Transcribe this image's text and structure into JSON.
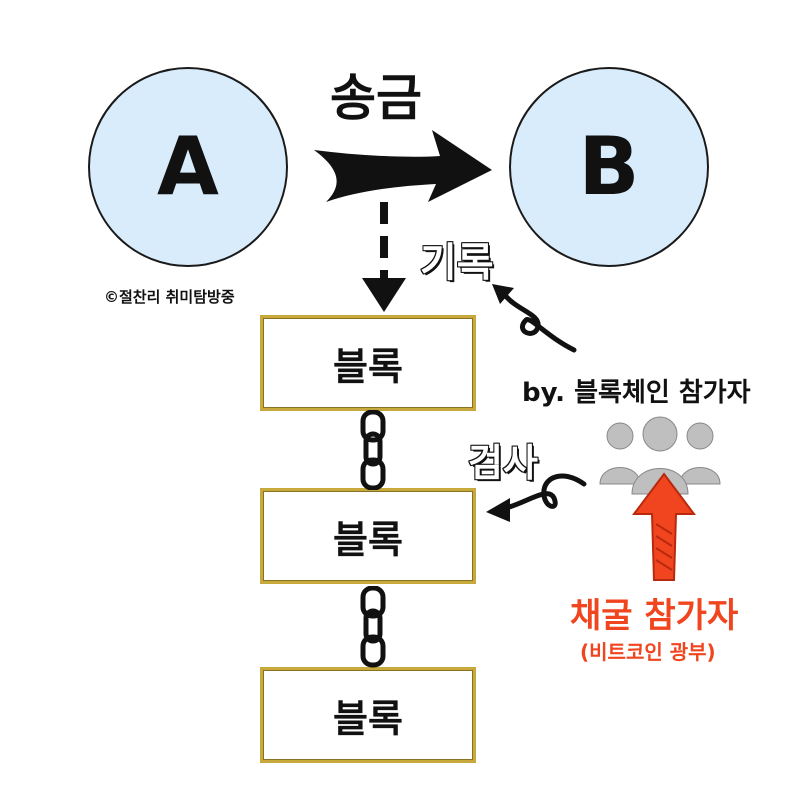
{
  "diagram": {
    "node_a_label": "A",
    "node_b_label": "B",
    "transfer_label": "송금",
    "record_label": "기록",
    "verify_label": "검사",
    "copyright": "©절찬리 취미탐방중",
    "participant_caption": "by. 블록체인 참가자",
    "blocks": [
      "블록",
      "블록",
      "블록"
    ],
    "miner_label": "채굴 참가자",
    "miner_sub_label": "(비트코인 광부)",
    "colors": {
      "node_fill": "#d9ecfb",
      "block_border": "#c7a93c",
      "accent_red": "#f0451e",
      "people_gray": "#bfbfbf"
    }
  }
}
